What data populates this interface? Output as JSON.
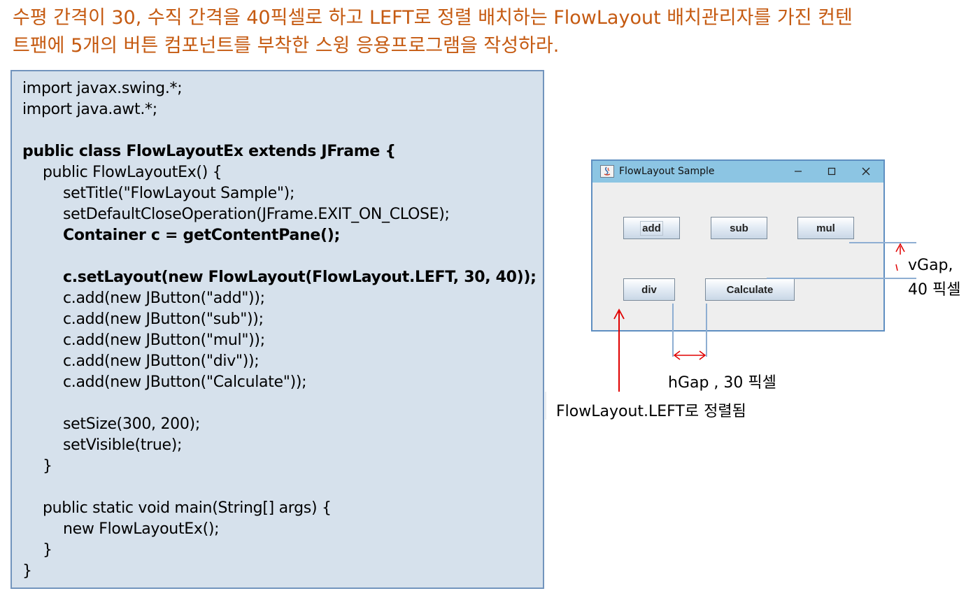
{
  "heading": {
    "line1": "수평 간격이 30, 수직 간격을 40픽셀로 하고 LEFT로 정렬 배치하는 FlowLayout 배치관리자를 가진 컨텐",
    "line2": "트팬에 5개의 버튼 컴포넌트를 부착한 스윙 응용프로그램을 작성하라."
  },
  "code": {
    "lines": [
      {
        "text": "import javax.swing.*;",
        "indent": 0,
        "bold": false
      },
      {
        "text": "import java.awt.*;",
        "indent": 0,
        "bold": false
      },
      {
        "text": "",
        "indent": 0,
        "bold": false
      },
      {
        "text": "public class FlowLayoutEx extends JFrame {",
        "indent": 0,
        "bold": true
      },
      {
        "text": "public FlowLayoutEx() {",
        "indent": 1,
        "bold": false
      },
      {
        "text": "setTitle(\"FlowLayout Sample\");",
        "indent": 2,
        "bold": false
      },
      {
        "text": "setDefaultCloseOperation(JFrame.EXIT_ON_CLOSE);",
        "indent": 2,
        "bold": false
      },
      {
        "text": "Container c = getContentPane();",
        "indent": 2,
        "bold": true
      },
      {
        "text": "",
        "indent": 0,
        "bold": false
      },
      {
        "text": "c.setLayout(new FlowLayout(FlowLayout.LEFT, 30, 40));",
        "indent": 2,
        "bold": true
      },
      {
        "text": "c.add(new JButton(\"add\"));",
        "indent": 2,
        "bold": false
      },
      {
        "text": "c.add(new JButton(\"sub\"));",
        "indent": 2,
        "bold": false
      },
      {
        "text": "c.add(new JButton(\"mul\"));",
        "indent": 2,
        "bold": false
      },
      {
        "text": "c.add(new JButton(\"div\"));",
        "indent": 2,
        "bold": false
      },
      {
        "text": "c.add(new JButton(\"Calculate\"));",
        "indent": 2,
        "bold": false
      },
      {
        "text": "",
        "indent": 0,
        "bold": false
      },
      {
        "text": "setSize(300, 200);",
        "indent": 2,
        "bold": false
      },
      {
        "text": "setVisible(true);",
        "indent": 2,
        "bold": false
      },
      {
        "text": "}",
        "indent": 1,
        "bold": false
      },
      {
        "text": "",
        "indent": 0,
        "bold": false
      },
      {
        "text": "public static void main(String[] args) {",
        "indent": 1,
        "bold": false
      },
      {
        "text": "new FlowLayoutEx();",
        "indent": 2,
        "bold": false
      },
      {
        "text": "}",
        "indent": 1,
        "bold": false
      },
      {
        "text": "}",
        "indent": 0,
        "bold": false
      }
    ]
  },
  "window": {
    "title": "FlowLayout Sample",
    "minimize_icon": "minimize-icon",
    "maximize_icon": "maximize-icon",
    "close_icon": "close-icon",
    "buttons": {
      "add": "add",
      "sub": "sub",
      "mul": "mul",
      "div": "div",
      "calculate": "Calculate"
    }
  },
  "annotations": {
    "vgap_line1": "vGap,",
    "vgap_line2": "40 픽셀",
    "hgap": "hGap , 30 픽셀",
    "left_align": "FlowLayout.LEFT로 정렬됨"
  },
  "colors": {
    "heading": "#c55a11",
    "code_bg": "#d6e1ec",
    "code_border": "#7294bd",
    "titlebar": "#8cc5e3",
    "arrow": "#e00000",
    "guide_line": "#8eaed2"
  }
}
